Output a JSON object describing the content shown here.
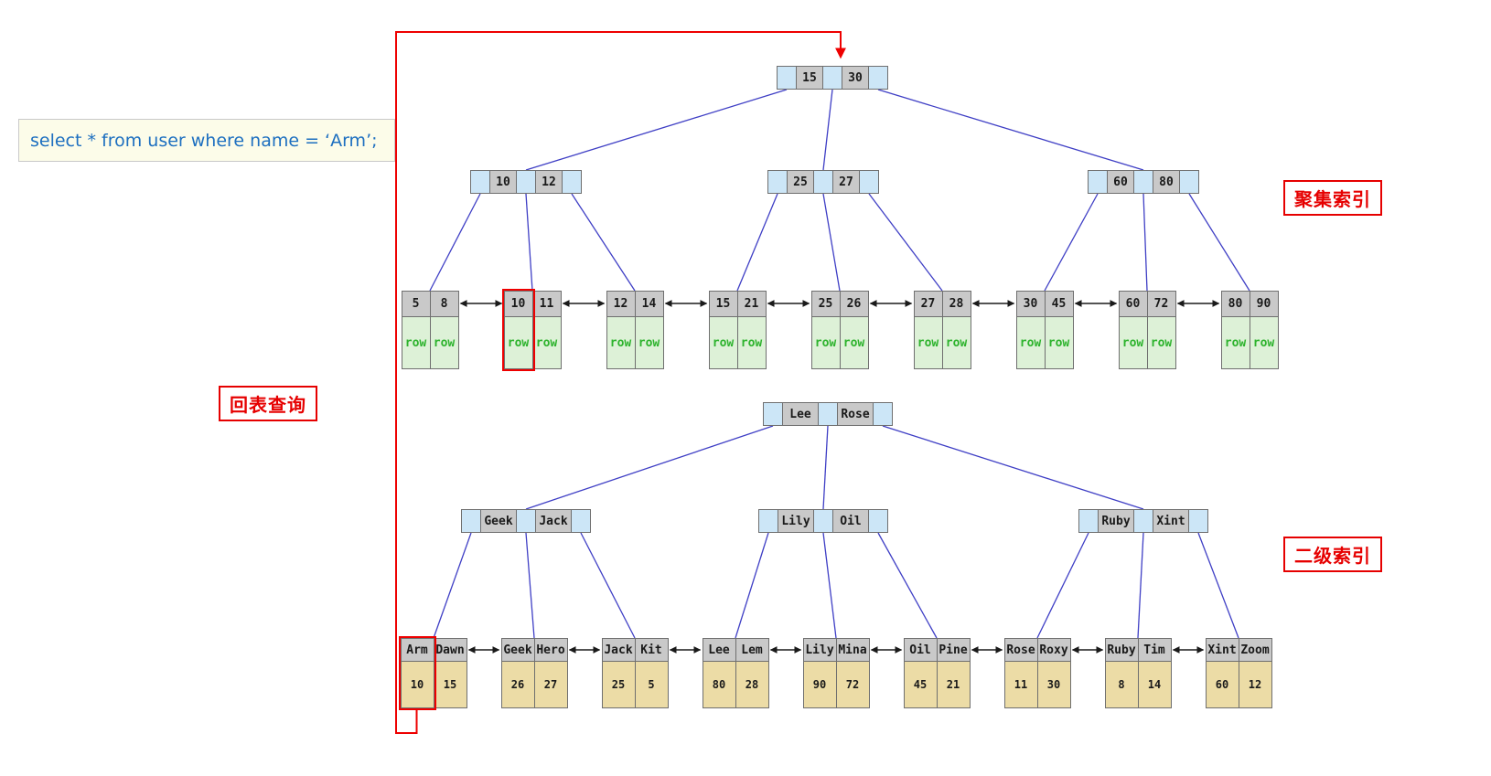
{
  "sql_box": {
    "text": "select * from user where name = ‘Arm’;"
  },
  "tags": {
    "clustered": "聚集索引",
    "secondary": "二级索引",
    "back_to_table": "回表查询"
  },
  "clustered_index": {
    "root": {
      "keys": [
        "15",
        "30"
      ]
    },
    "internals": [
      {
        "keys": [
          "10",
          "12"
        ]
      },
      {
        "keys": [
          "25",
          "27"
        ]
      },
      {
        "keys": [
          "60",
          "80"
        ]
      }
    ],
    "leaves": [
      {
        "keys": [
          "5",
          "8"
        ],
        "rows": [
          "row",
          "row"
        ]
      },
      {
        "keys": [
          "10",
          "11"
        ],
        "rows": [
          "row",
          "row"
        ],
        "highlight_col": 0
      },
      {
        "keys": [
          "12",
          "14"
        ],
        "rows": [
          "row",
          "row"
        ]
      },
      {
        "keys": [
          "15",
          "21"
        ],
        "rows": [
          "row",
          "row"
        ]
      },
      {
        "keys": [
          "25",
          "26"
        ],
        "rows": [
          "row",
          "row"
        ]
      },
      {
        "keys": [
          "27",
          "28"
        ],
        "rows": [
          "row",
          "row"
        ]
      },
      {
        "keys": [
          "30",
          "45"
        ],
        "rows": [
          "row",
          "row"
        ]
      },
      {
        "keys": [
          "60",
          "72"
        ],
        "rows": [
          "row",
          "row"
        ]
      },
      {
        "keys": [
          "80",
          "90"
        ],
        "rows": [
          "row",
          "row"
        ]
      }
    ]
  },
  "secondary_index": {
    "root": {
      "keys": [
        "Lee",
        "Rose"
      ]
    },
    "internals": [
      {
        "keys": [
          "Geek",
          "Jack"
        ]
      },
      {
        "keys": [
          "Lily",
          "Oil"
        ]
      },
      {
        "keys": [
          "Ruby",
          "Xint"
        ]
      }
    ],
    "leaves": [
      {
        "keys": [
          "Arm",
          "Dawn"
        ],
        "values": [
          "10",
          "15"
        ],
        "highlight_col": 0
      },
      {
        "keys": [
          "Geek",
          "Hero"
        ],
        "values": [
          "26",
          "27"
        ]
      },
      {
        "keys": [
          "Jack",
          "Kit"
        ],
        "values": [
          "25",
          "5"
        ]
      },
      {
        "keys": [
          "Lee",
          "Lem"
        ],
        "values": [
          "80",
          "28"
        ]
      },
      {
        "keys": [
          "Lily",
          "Mina"
        ],
        "values": [
          "90",
          "72"
        ]
      },
      {
        "keys": [
          "Oil",
          "Pine"
        ],
        "values": [
          "45",
          "21"
        ]
      },
      {
        "keys": [
          "Rose",
          "Roxy"
        ],
        "values": [
          "11",
          "30"
        ]
      },
      {
        "keys": [
          "Ruby",
          "Tim"
        ],
        "values": [
          "8",
          "14"
        ]
      },
      {
        "keys": [
          "Xint",
          "Zoom"
        ],
        "values": [
          "60",
          "12"
        ]
      }
    ]
  },
  "colors": {
    "pointer_cell": "#cce6f7",
    "key_cell": "#c9c9c9",
    "row_cell": "#ddf1d7",
    "row_text": "#2db32d",
    "value_cell": "#ecdca6",
    "edge": "#3f3fc5",
    "leaf_link": "#1a1a1a",
    "highlight": "#ee0000",
    "tag_text": "#e60000",
    "sql_text": "#1d6fc0",
    "sql_bg": "#fcfce9"
  }
}
